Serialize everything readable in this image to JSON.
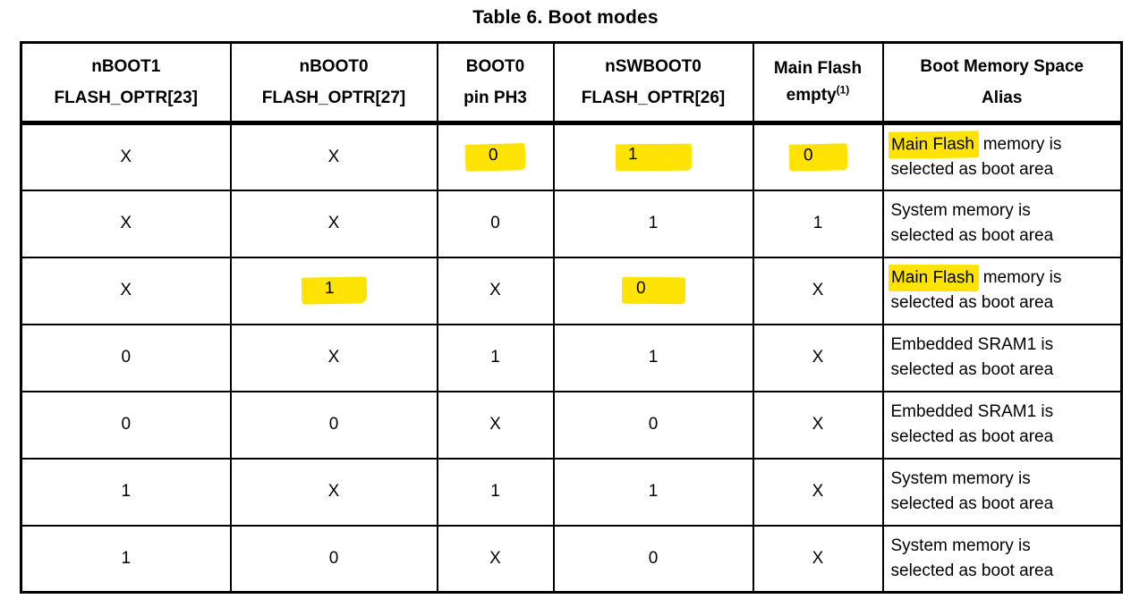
{
  "title": "Table 6. Boot modes",
  "colors": {
    "highlight_yellow": "#ffe305",
    "border": "#000000",
    "text": "#000000",
    "background": "#ffffff"
  },
  "table": {
    "headers": [
      {
        "line1": "nBOOT1",
        "line2": "FLASH_OPTR[23]"
      },
      {
        "line1": "nBOOT0",
        "line2": "FLASH_OPTR[27]"
      },
      {
        "line1": "BOOT0",
        "line2": "pin PH3"
      },
      {
        "line1": "nSWBOOT0",
        "line2": "FLASH_OPTR[26]"
      },
      {
        "line1": "Main Flash",
        "line2": "empty",
        "line2_superscript": "(1)"
      },
      {
        "line1": "Boot Memory Space",
        "line2": "Alias"
      }
    ],
    "rows": [
      {
        "values": [
          {
            "text": "X",
            "highlighted": false
          },
          {
            "text": "X",
            "highlighted": false
          },
          {
            "text": "0",
            "highlighted": true
          },
          {
            "text": "1",
            "highlighted": true
          },
          {
            "text": "0",
            "highlighted": true
          }
        ],
        "alias": {
          "highlighted_text": "Main Flash",
          "rest_of_line": " memory is",
          "line2": "selected as boot area"
        }
      },
      {
        "values": [
          {
            "text": "X",
            "highlighted": false
          },
          {
            "text": "X",
            "highlighted": false
          },
          {
            "text": "0",
            "highlighted": false
          },
          {
            "text": "1",
            "highlighted": false
          },
          {
            "text": "1",
            "highlighted": false
          }
        ],
        "alias": {
          "highlighted_text": "",
          "rest_of_line": "System memory is",
          "line2": "selected as boot area"
        }
      },
      {
        "values": [
          {
            "text": "X",
            "highlighted": false
          },
          {
            "text": "1",
            "highlighted": true
          },
          {
            "text": "X",
            "highlighted": false
          },
          {
            "text": "0",
            "highlighted": true
          },
          {
            "text": "X",
            "highlighted": false
          }
        ],
        "alias": {
          "highlighted_text": "Main Flash",
          "rest_of_line": " memory is",
          "line2": "selected as boot area"
        }
      },
      {
        "values": [
          {
            "text": "0",
            "highlighted": false
          },
          {
            "text": "X",
            "highlighted": false
          },
          {
            "text": "1",
            "highlighted": false
          },
          {
            "text": "1",
            "highlighted": false
          },
          {
            "text": "X",
            "highlighted": false
          }
        ],
        "alias": {
          "highlighted_text": "",
          "rest_of_line": "Embedded SRAM1 is",
          "line2": "selected as boot area"
        }
      },
      {
        "values": [
          {
            "text": "0",
            "highlighted": false
          },
          {
            "text": "0",
            "highlighted": false
          },
          {
            "text": "X",
            "highlighted": false
          },
          {
            "text": "0",
            "highlighted": false
          },
          {
            "text": "X",
            "highlighted": false
          }
        ],
        "alias": {
          "highlighted_text": "",
          "rest_of_line": "Embedded SRAM1 is",
          "line2": "selected as boot area"
        }
      },
      {
        "values": [
          {
            "text": "1",
            "highlighted": false
          },
          {
            "text": "X",
            "highlighted": false
          },
          {
            "text": "1",
            "highlighted": false
          },
          {
            "text": "1",
            "highlighted": false
          },
          {
            "text": "X",
            "highlighted": false
          }
        ],
        "alias": {
          "highlighted_text": "",
          "rest_of_line": "System memory is",
          "line2": "selected as boot area"
        }
      },
      {
        "values": [
          {
            "text": "1",
            "highlighted": false
          },
          {
            "text": "0",
            "highlighted": false
          },
          {
            "text": "X",
            "highlighted": false
          },
          {
            "text": "0",
            "highlighted": false
          },
          {
            "text": "X",
            "highlighted": false
          }
        ],
        "alias": {
          "highlighted_text": "",
          "rest_of_line": "System memory is",
          "line2": "selected as boot area"
        }
      }
    ]
  }
}
